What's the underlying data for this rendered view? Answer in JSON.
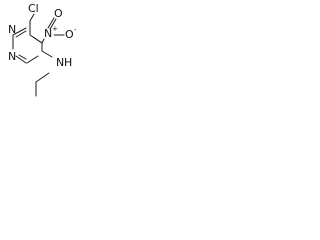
{
  "molecule": {
    "atoms": {
      "cl": "Cl",
      "n_ring_top": "N",
      "n_ring_bottom": "N",
      "n_nitro": "N",
      "o_top": "O",
      "o_right": "O",
      "n_amine": "N",
      "h_amine": "H"
    },
    "charges": {
      "nitro_n_plus": "+",
      "nitro_o_minus": "-"
    },
    "bond_color": "#1a1a1a",
    "text_color": "#111111"
  }
}
